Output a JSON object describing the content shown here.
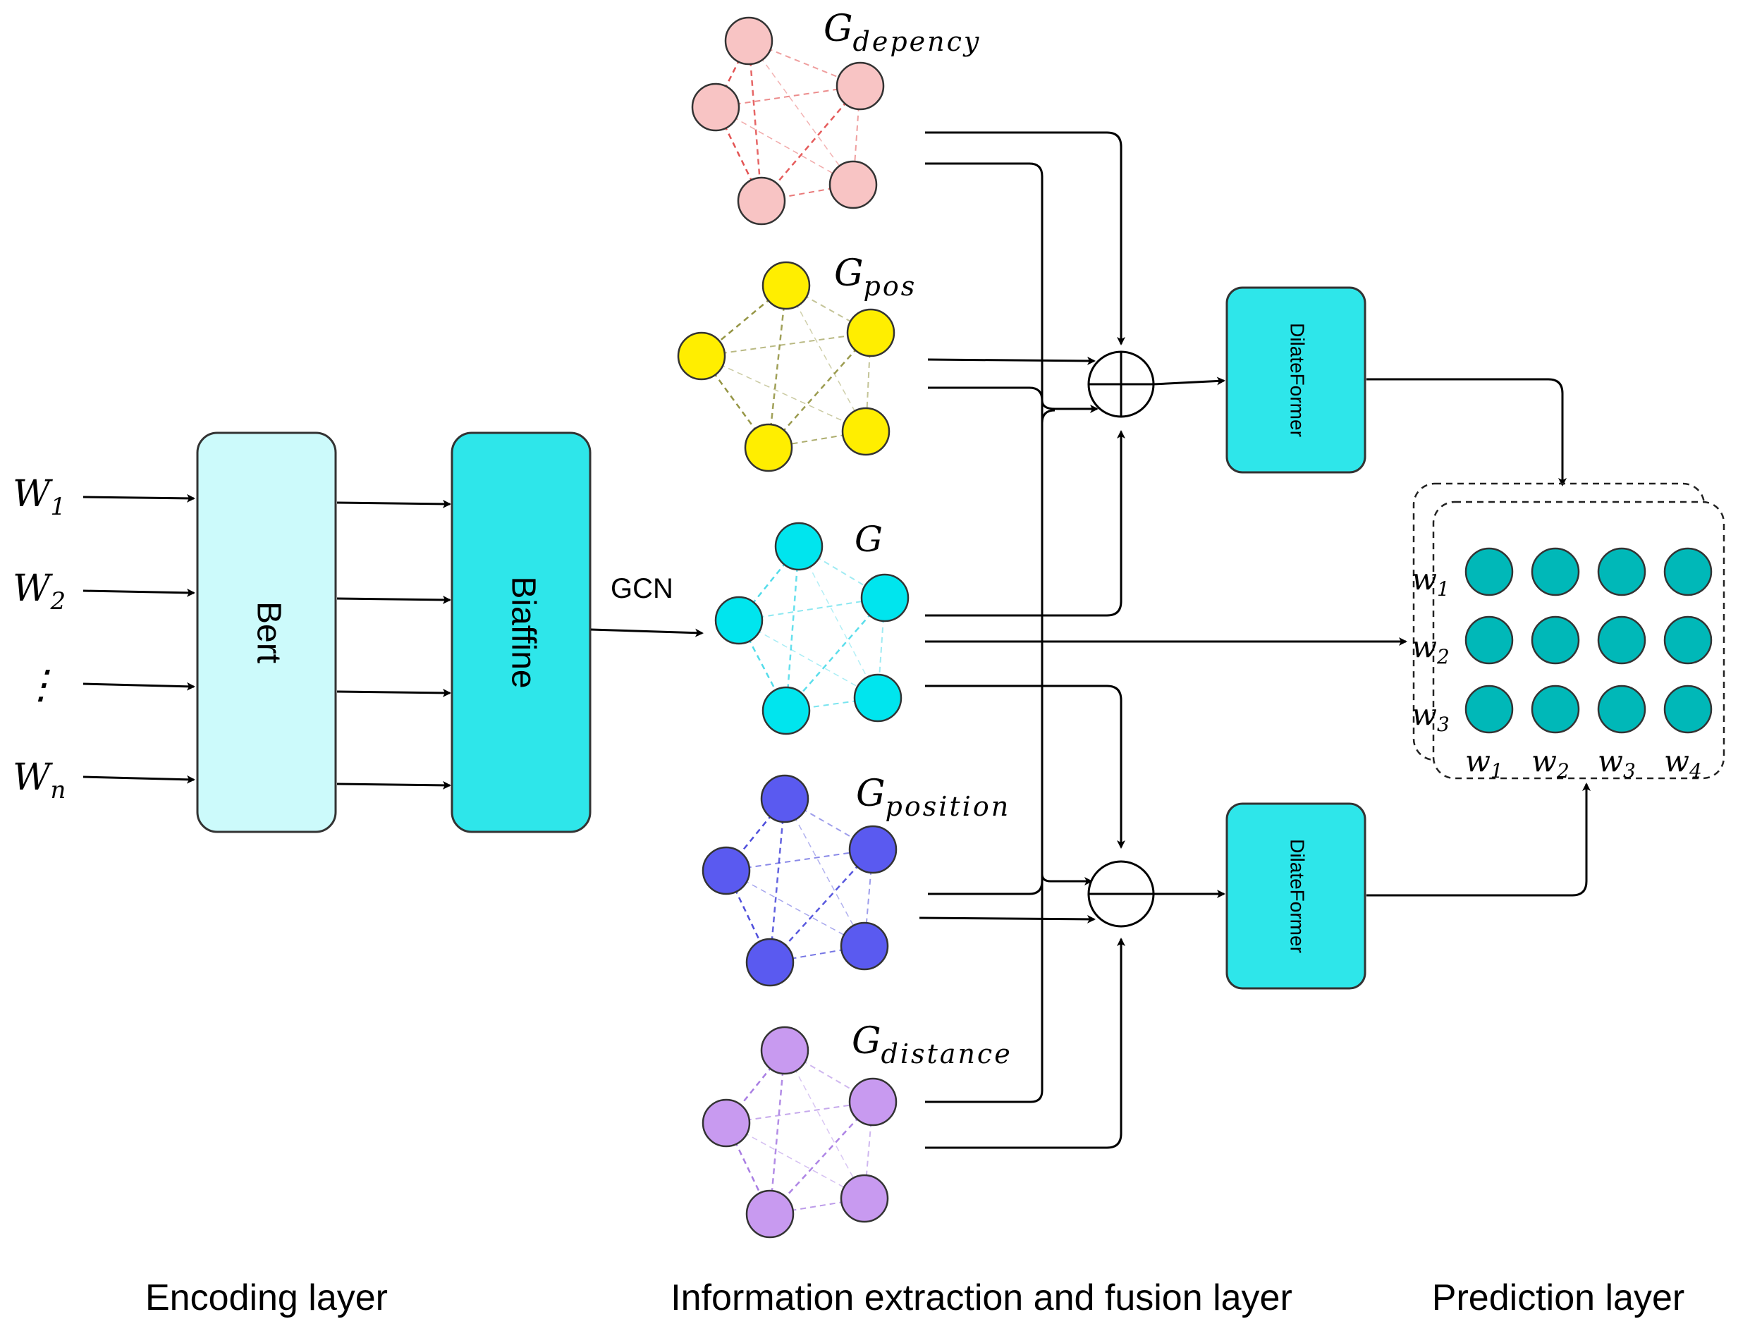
{
  "inputs": [
    {
      "base": "W",
      "sub": "1"
    },
    {
      "base": "W",
      "sub": "2"
    },
    {
      "base": "⋮",
      "sub": ""
    },
    {
      "base": "W",
      "sub": "n"
    }
  ],
  "blocks": {
    "bert": "Bert",
    "biaffine": "Biaffine",
    "gcn": "GCN",
    "dilateformer_top": "DilateFormer",
    "dilateformer_bottom": "DilateFormer"
  },
  "graphs": [
    {
      "id": "dependency",
      "base": "G",
      "sub": "depency",
      "color": "#f8c4c4",
      "edge": "#e04040"
    },
    {
      "id": "pos",
      "base": "G",
      "sub": "pos",
      "color": "#ffee00",
      "edge": "#8a8a30"
    },
    {
      "id": "main",
      "base": "G",
      "sub": "",
      "color": "#00e5ee",
      "edge": "#40d8e8"
    },
    {
      "id": "position",
      "base": "G",
      "sub": "position",
      "color": "#5a5af0",
      "edge": "#3c3cd8"
    },
    {
      "id": "distance",
      "base": "G",
      "sub": "distance",
      "color": "#c89af0",
      "edge": "#a070e0"
    }
  ],
  "grid": {
    "rows": [
      {
        "base": "w",
        "sub": "1"
      },
      {
        "base": "w",
        "sub": "2"
      },
      {
        "base": "w",
        "sub": "3"
      }
    ],
    "cols": [
      {
        "base": "w",
        "sub": "1"
      },
      {
        "base": "w",
        "sub": "2"
      },
      {
        "base": "w",
        "sub": "3"
      },
      {
        "base": "w",
        "sub": "4"
      }
    ],
    "color": "#00b8b8"
  },
  "layers": {
    "encoding": "Encoding layer",
    "fusion": "Information extraction and fusion layer",
    "prediction": "Prediction layer"
  },
  "colors": {
    "bert_fill": "#ccfafb",
    "biaffine_fill": "#2ee6ea",
    "dilateformer_fill": "#2ee6ea",
    "box_stroke": "#333333"
  }
}
